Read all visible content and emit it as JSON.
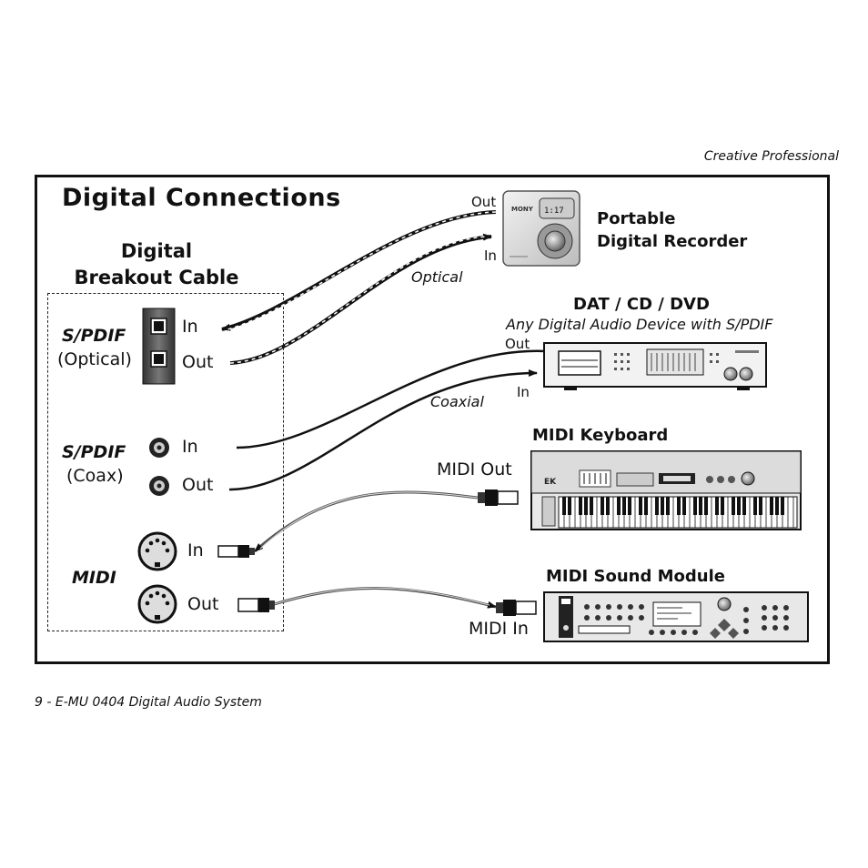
{
  "header": "Creative Professional",
  "footer": "9 - E-MU 0404 Digital Audio System",
  "diagram_title": "Digital Connections",
  "breakout": {
    "line1": "Digital",
    "line2": "Breakout Cable"
  },
  "spdif_optical": {
    "name": "S/PDIF",
    "sub": "(Optical)",
    "in": "In",
    "out": "Out"
  },
  "spdif_coax": {
    "name": "S/PDIF",
    "sub": "(Coax)",
    "in": "In",
    "out": "Out"
  },
  "midi": {
    "name": "MIDI",
    "in": "In",
    "out": "Out"
  },
  "recorder": {
    "line1": "Portable",
    "line2": "Digital Recorder",
    "out": "Out",
    "in": "In",
    "brand": "MONY",
    "display": "1:17",
    "cable": "Optical"
  },
  "dat": {
    "title": "DAT / CD / DVD",
    "subtitle": "Any Digital Audio Device with S/PDIF",
    "out": "Out",
    "in": "In",
    "cable": "Coaxial"
  },
  "keyboard": {
    "title": "MIDI Keyboard",
    "port": "MIDI Out"
  },
  "module": {
    "title": "MIDI Sound Module",
    "port": "MIDI In"
  }
}
